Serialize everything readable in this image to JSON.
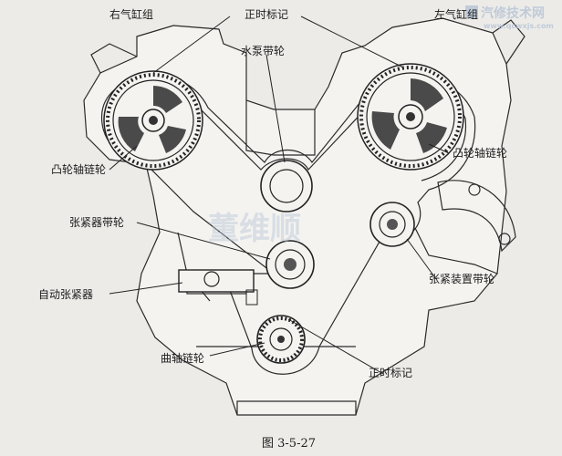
{
  "labels": {
    "right_bank": "右气缸组",
    "timing_mark_top": "正时标记",
    "left_bank": "左气缸组",
    "water_pump": "水泵带轮",
    "cam_left": "凸轮轴链轮",
    "cam_right": "凸轮轴链轮",
    "tensioner_pulley": "张紧器带轮",
    "auto_tensioner": "自动张紧器",
    "tension_pulley_right": "张紧装置带轮",
    "crank_sprocket": "曲轴链轮",
    "timing_mark_bottom": "正时标记"
  },
  "caption": "图 3-5-27",
  "watermark": {
    "logo_main": "汽修技术网",
    "logo_sub": "www.qcwxjs.com",
    "center": "董维顺"
  },
  "colors": {
    "ink": "#1b1b1b",
    "paper": "#ecebe8",
    "watermark": "#b9c6d6"
  }
}
